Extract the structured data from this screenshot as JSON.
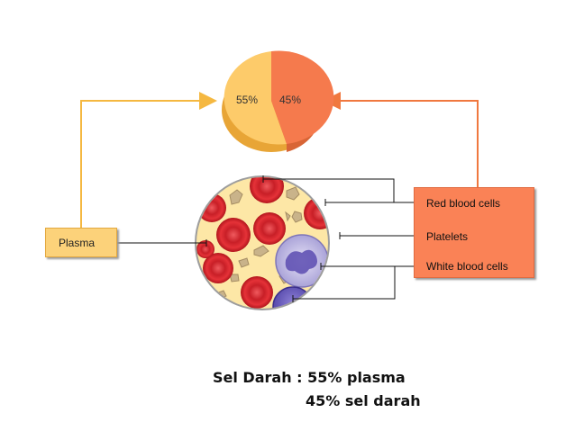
{
  "pie": {
    "plasma_percent": "55%",
    "cells_percent": "45%",
    "plasma_color": "#fdcb6a",
    "cells_color": "#f57a4d"
  },
  "labels": {
    "plasma": "Plasma",
    "red_blood_cells": "Red blood cells",
    "platelets": "Platelets",
    "white_blood_cells": "White blood cells"
  },
  "caption": {
    "line1": "Sel Darah : 55% plasma",
    "line2": "45% sel darah"
  },
  "colors": {
    "plasma_arrow": "#f5b841",
    "cells_arrow": "#f0783f",
    "plasma_background": "#fde7a6",
    "red_cell": "#e02a32",
    "white_cell": "#b9b3df",
    "platelet": "#c9b38a"
  }
}
